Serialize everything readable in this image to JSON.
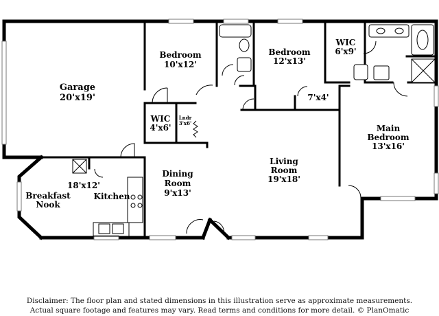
{
  "rooms": {
    "garage": {
      "name": "Garage",
      "dims": "20'x19'"
    },
    "bedroom2": {
      "name": "Bedroom",
      "dims": "10'x12'"
    },
    "bedroom3": {
      "name": "Bedroom",
      "dims": "12'x13'"
    },
    "wic_master": {
      "name": "WIC",
      "dims": "6'x9'"
    },
    "wic_small": {
      "name": "WIC",
      "dims": "4'x6'"
    },
    "laundry": {
      "name": "Lndr",
      "dims": "3'x6'"
    },
    "closet": {
      "dims": "7'x4'"
    },
    "main_bedroom": {
      "name_line1": "Main",
      "name_line2": "Bedroom",
      "dims": "13'x16'"
    },
    "living_room": {
      "name_line1": "Living",
      "name_line2": "Room",
      "dims": "19'x18'"
    },
    "dining_room": {
      "name_line1": "Dining",
      "name_line2": "Room",
      "dims": "9'x13'"
    },
    "kitchen": {
      "name": "Kitchen",
      "dims": "18'x12'"
    },
    "breakfast_nook": {
      "name_line1": "Breakfast",
      "name_line2": "Nook"
    }
  },
  "disclaimer": {
    "line1": "Disclaimer: The floor plan and stated dimensions in this illustration serve as approximate measurements.",
    "line2": "Actual square footage and features may vary. Read terms and conditions for more detail. © PlanOmatic"
  }
}
